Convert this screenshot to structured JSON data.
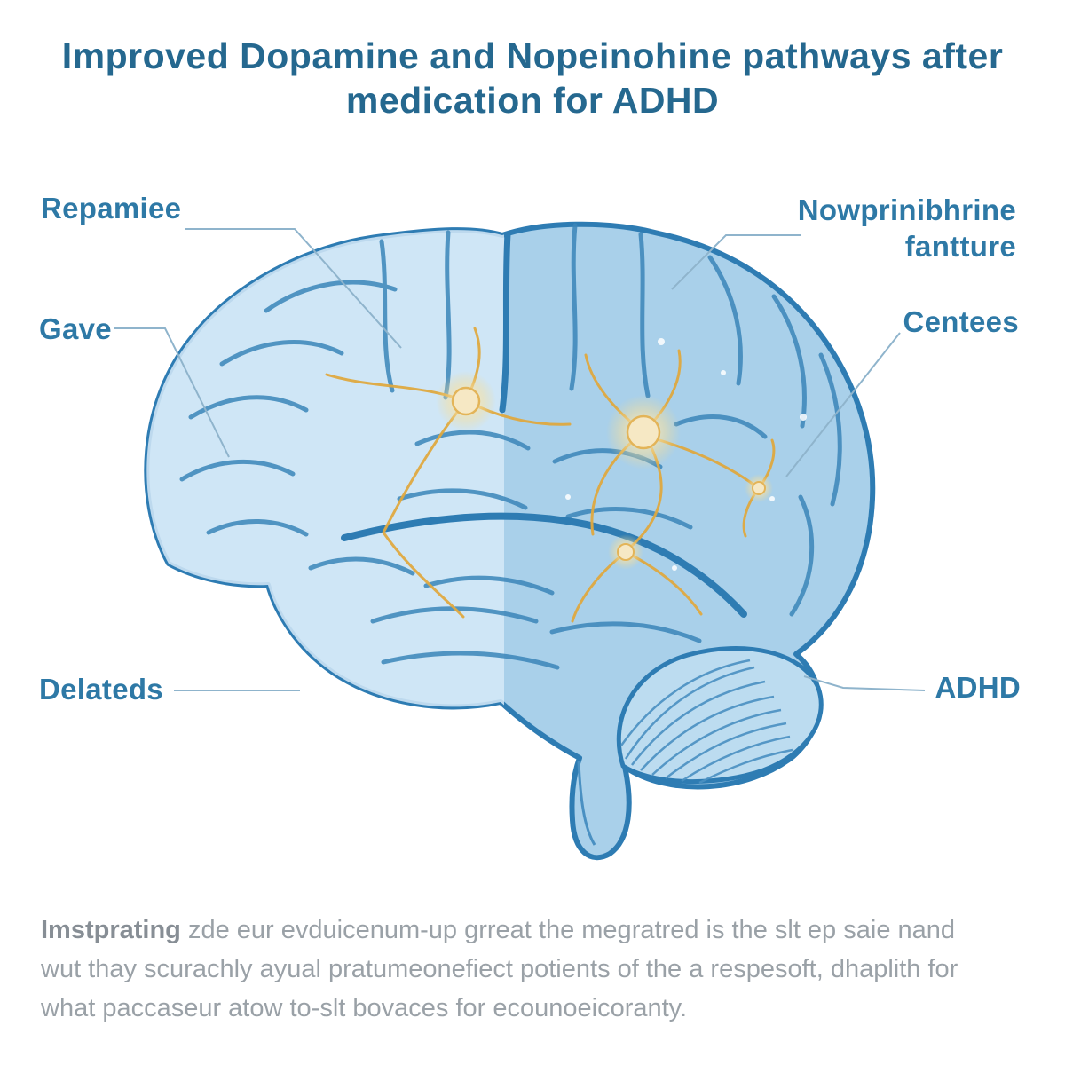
{
  "title": {
    "line1": "Improved Dopamine and Nopeinohine pathways after",
    "line2": "medication for ADHD"
  },
  "labels": {
    "repamiee": "Repamiee",
    "gave": "Gave",
    "delateds": "Delateds",
    "norepinephrine": {
      "line1": "Nowprinibhrine",
      "line2": "fantture"
    },
    "centees": "Centees",
    "adhd": "ADHD"
  },
  "caption": {
    "lead": "Imstprating",
    "line1_rest": " zde eur evduicenum-up grreat the megratred is the slt ep saie nand",
    "line2": "wut thay scurachly ayual pratumeonefiect potients of the a respesoft, dhaplith for",
    "line3": "what paccaseur atow to-slt bovaces for ecounoeicoranty."
  },
  "illustration": {
    "subject": "human brain, lateral view, with highlighted neural pathways",
    "pathway_style": "glowing yellow neurons and branching axons"
  },
  "colors": {
    "background": "#ffffff",
    "title_text": "#25688f",
    "label_text": "#2e79a6",
    "caption_text": "#9aa1a7",
    "brain_fill_right": "#a9d0ea",
    "brain_fill_left": "#d6eaf8",
    "brain_outline": "#2e7cb3",
    "sulci": "#3b86b9",
    "cerebellum_lines": "#4a90c2",
    "neuron": "#dfa940",
    "neuron_glow": "#fdf3d8",
    "leader_line": "#8fb4cc"
  }
}
